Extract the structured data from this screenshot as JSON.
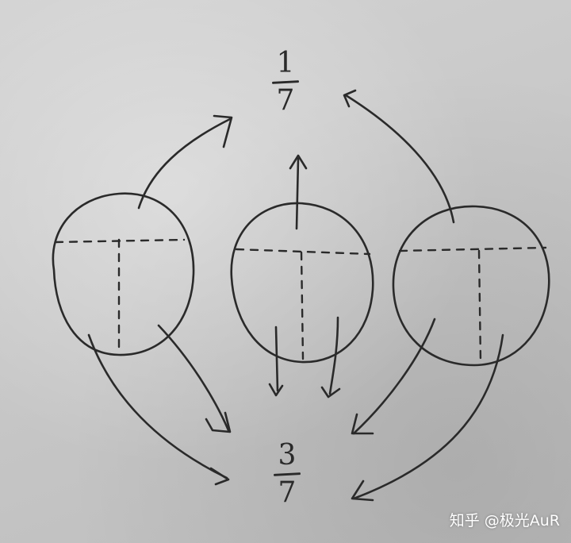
{
  "diagram": {
    "top_fraction": {
      "numerator": "1",
      "denominator": "7"
    },
    "bottom_fraction": {
      "numerator": "3",
      "denominator": "7"
    },
    "circles": [
      {
        "name": "left-circle"
      },
      {
        "name": "middle-circle"
      },
      {
        "name": "right-circle"
      }
    ]
  },
  "watermark": {
    "text": "知乎 @极光AuR"
  },
  "colors": {
    "paper": "#c9c9c9",
    "ink": "#2a2a2a",
    "watermark": "#ffffff"
  }
}
